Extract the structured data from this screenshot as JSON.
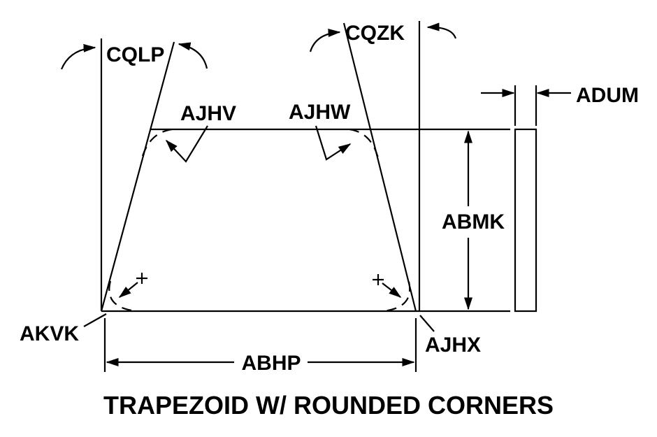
{
  "title": "TRAPEZOID W/ ROUNDED CORNERS",
  "labels": {
    "cqlp": "CQLP",
    "cqzk": "CQZK",
    "adum": "ADUM",
    "ajhv": "AJHV",
    "ajhw": "AJHW",
    "abmk": "ABMK",
    "akvk": "AKVK",
    "ajhx": "AJHX",
    "abhp": "ABHP"
  },
  "colors": {
    "line": "#000000",
    "background": "#ffffff"
  }
}
